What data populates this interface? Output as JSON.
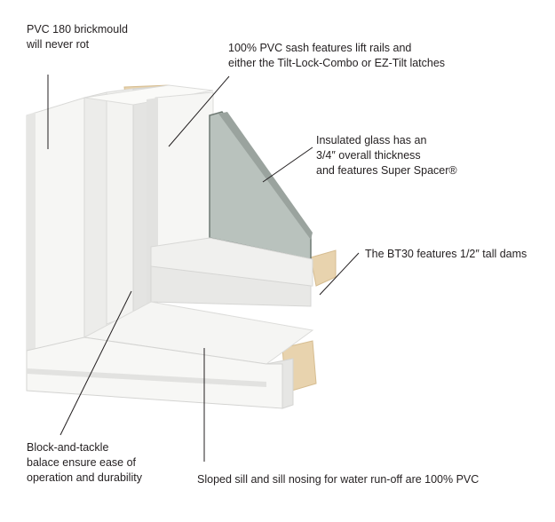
{
  "callouts": [
    {
      "id": "brickmould",
      "lines": [
        "PVC 180 brickmould",
        "will never rot"
      ]
    },
    {
      "id": "sash",
      "lines": [
        "100% PVC sash features lift rails and",
        "either the Tilt-Lock-Combo or EZ-Tilt latches"
      ]
    },
    {
      "id": "glass",
      "lines": [
        "Insulated glass has an",
        "3/4″ overall thickness",
        "and features Super Spacer®"
      ]
    },
    {
      "id": "dams",
      "lines": [
        "The BT30 features 1/2″ tall dams"
      ]
    },
    {
      "id": "balance",
      "lines": [
        "Block-and-tackle",
        "balace ensure ease of",
        "operation and durability"
      ]
    },
    {
      "id": "sill",
      "lines": [
        "Sloped sill and sill nosing for water run-off are 100% PVC"
      ]
    }
  ],
  "colors": {
    "pvc": "#f4f4f2",
    "pvc_shadow": "#dcdcda",
    "glass": "#b9c2bd",
    "wood": "#e8d3ae",
    "leader": "#231f20"
  }
}
